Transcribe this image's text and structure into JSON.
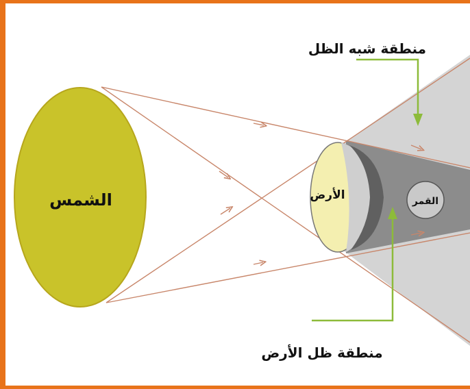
{
  "labels": {
    "sun": "الشمس",
    "earth": "الأرض",
    "moon": "القمر",
    "penumbra": "منطقة شبه الظل",
    "umbra": "منطقة ظل الأرض"
  },
  "colors": {
    "frame": "#e8731a",
    "sun_fill": "#c9c32a",
    "earth_lit": "#f4efb0",
    "earth_dark": "#cfcfcf",
    "penumbra_fill": "#d4d4d4",
    "umbra_fill": "#8c8c8c",
    "ray": "#c8866a",
    "pointer": "#8dbb3a"
  }
}
